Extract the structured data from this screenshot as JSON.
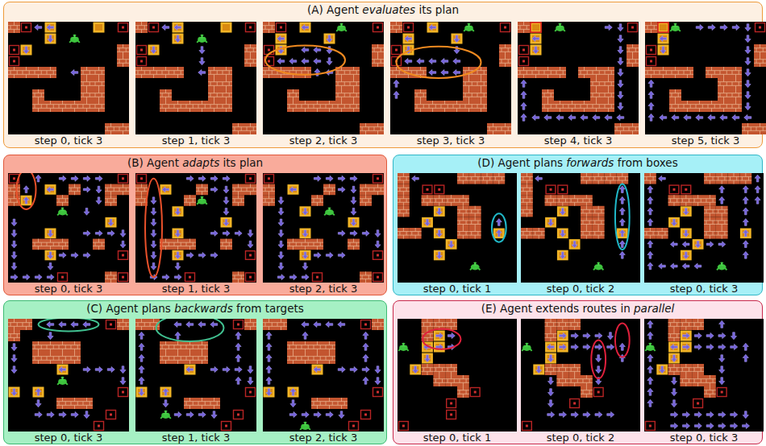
{
  "diagram": {
    "nodes": [
      {
        "text": [
          "(A) Agent evaluates its plan"
        ]
      },
      {
        "text": [
          "step 0, tick 3"
        ],
        "in": 0
      },
      {
        "text": [
          "step 1, tick 3"
        ],
        "in": 0
      },
      {
        "text": [
          "step 2, tick 3"
        ],
        "in": 0
      },
      {
        "text": [
          "step 3, tick 3"
        ],
        "in": 0
      },
      {
        "text": [
          "step 4, tick 3"
        ],
        "in": 0
      },
      {
        "text": [
          "step 5, tick 3"
        ],
        "in": 0
      },
      {
        "text": [
          "(B) Agent adapts its plan"
        ]
      },
      {
        "text": [
          "step 0, tick 3"
        ],
        "in": 7
      },
      {
        "text": [
          "step 1, tick 3"
        ],
        "in": 7
      },
      {
        "text": [
          "step 2, tick 3"
        ],
        "in": 7
      },
      {
        "text": [
          "(D) Agent plans forwards from boxes"
        ]
      },
      {
        "text": [
          "step 0, tick 1"
        ],
        "in": 11
      },
      {
        "text": [
          "step 0, tick 2"
        ],
        "in": 11
      },
      {
        "text": [
          "step 0, tick 3"
        ],
        "in": 11
      },
      {
        "text": [
          "(C) Agent plans backwards from targets"
        ]
      },
      {
        "text": [
          "step 0, tick 3"
        ],
        "in": 15
      },
      {
        "text": [
          "step 1, tick 3"
        ],
        "in": 15
      },
      {
        "text": [
          "step 2, tick 3"
        ],
        "in": 15
      },
      {
        "text": [
          "(E) Agent extends routes in parallel"
        ]
      },
      {
        "text": [
          "step 0, tick 1"
        ],
        "in": 19
      },
      {
        "text": [
          "step 0, tick 2"
        ],
        "in": 19
      },
      {
        "text": [
          "step 0, tick 3"
        ],
        "in": 19
      }
    ]
  }
}
